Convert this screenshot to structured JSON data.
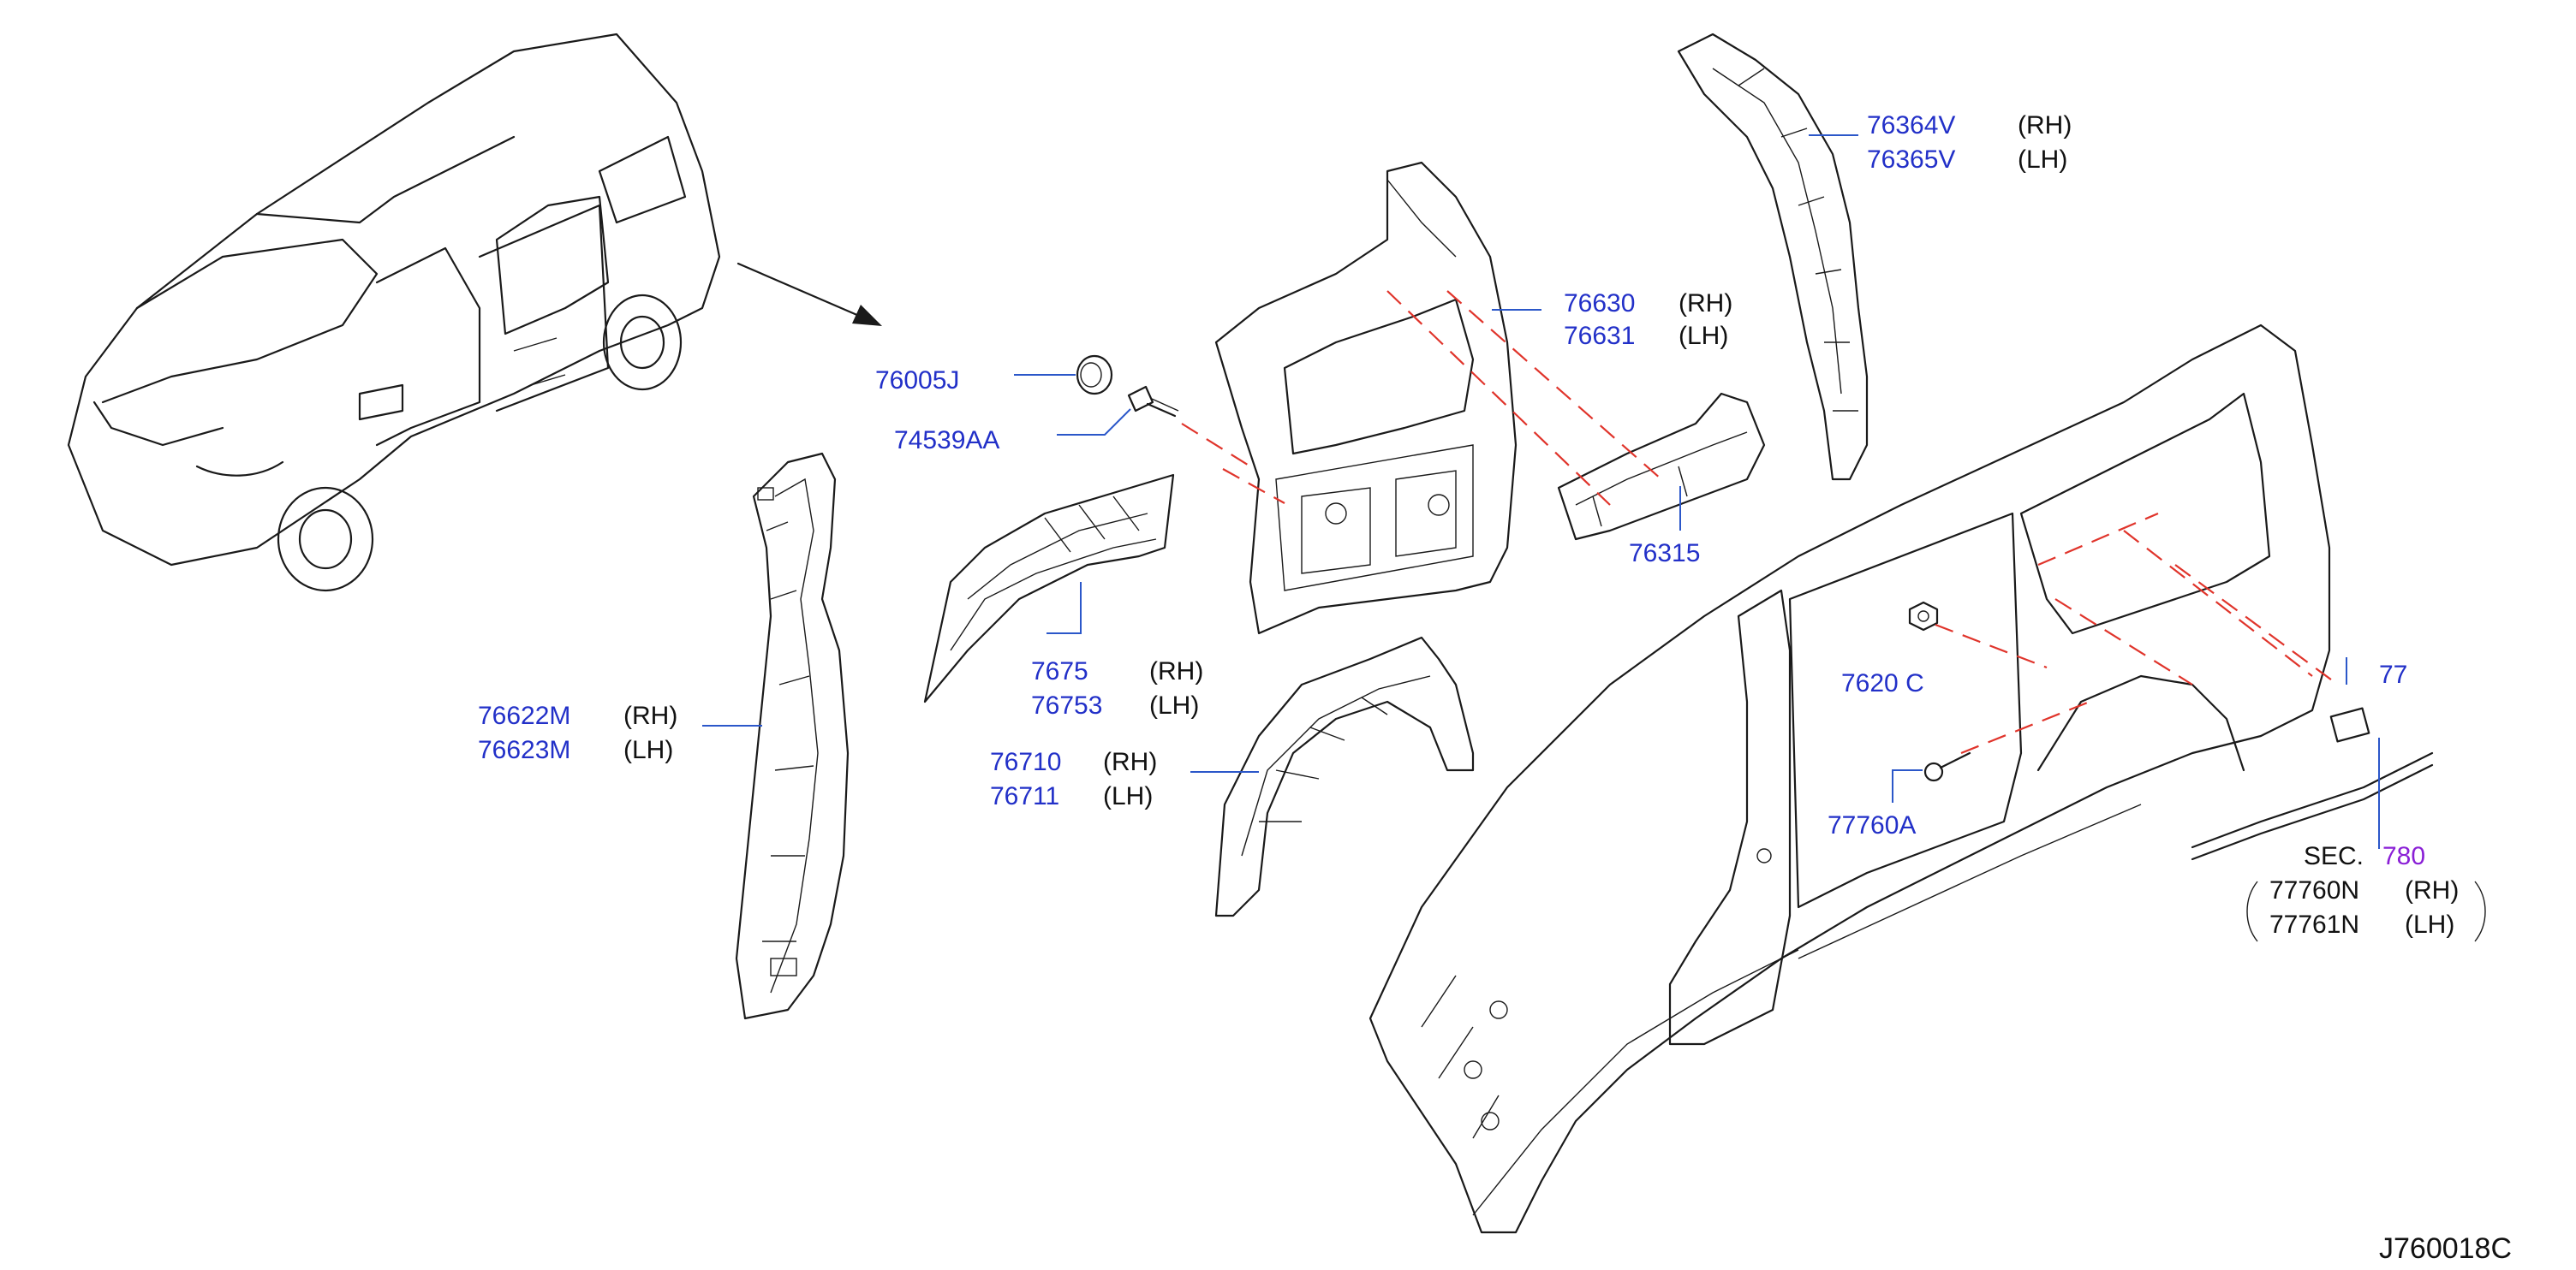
{
  "diagram_code": "J760018C",
  "qualifiers": {
    "rh": "(RH)",
    "lh": "(LH)"
  },
  "parts": {
    "p76364V": "76364V",
    "p76365V": "76365V",
    "p76630": "76630",
    "p76631": "76631",
    "p76005J": "76005J",
    "p74539AA": "74539AA",
    "p76315": "76315",
    "p7675x": "7675",
    "p76753": "76753",
    "p76622M": "76622M",
    "p76623M": "76623M",
    "p76710": "76710",
    "p76711": "76711",
    "p7620xC": "7620 C",
    "p77760A": "77760A",
    "p7776xx": "77",
    "p77760N": "77760N",
    "p77761N": "77761N"
  },
  "section_ref": {
    "label": "SEC.",
    "number": "780"
  },
  "colors": {
    "part_number": "#2230c8",
    "leader": "#2b57c9",
    "dashed_guide": "#e0342b",
    "section_number": "#8a1fd6",
    "line_art": "#1a1a1a"
  }
}
